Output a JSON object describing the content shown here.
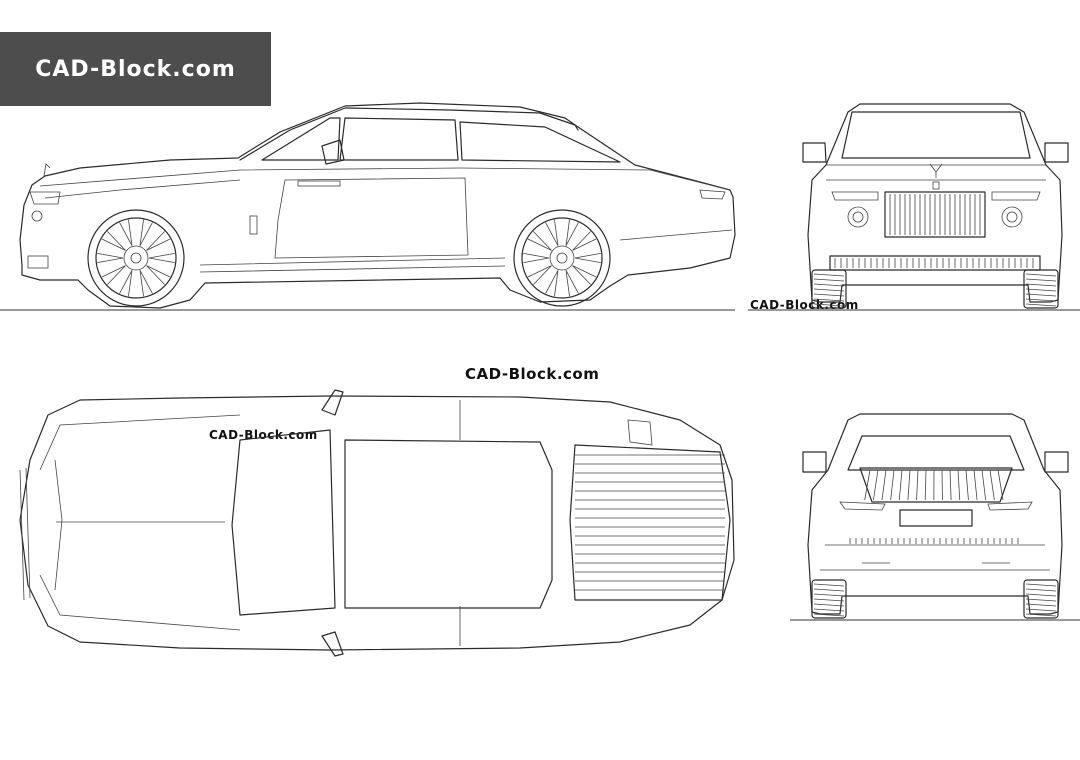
{
  "watermark": {
    "badge": "CAD-Block.com",
    "front_view": "CAD-Block.com",
    "center": "CAD-Block.com",
    "top_view": "CAD-Block.com"
  },
  "colors": {
    "badge_bg": "#4d4d4d",
    "badge_text": "#ffffff",
    "line": "#2b2b2b",
    "background": "#ffffff"
  },
  "views": [
    "side-view",
    "front-view",
    "top-view",
    "rear-view"
  ]
}
